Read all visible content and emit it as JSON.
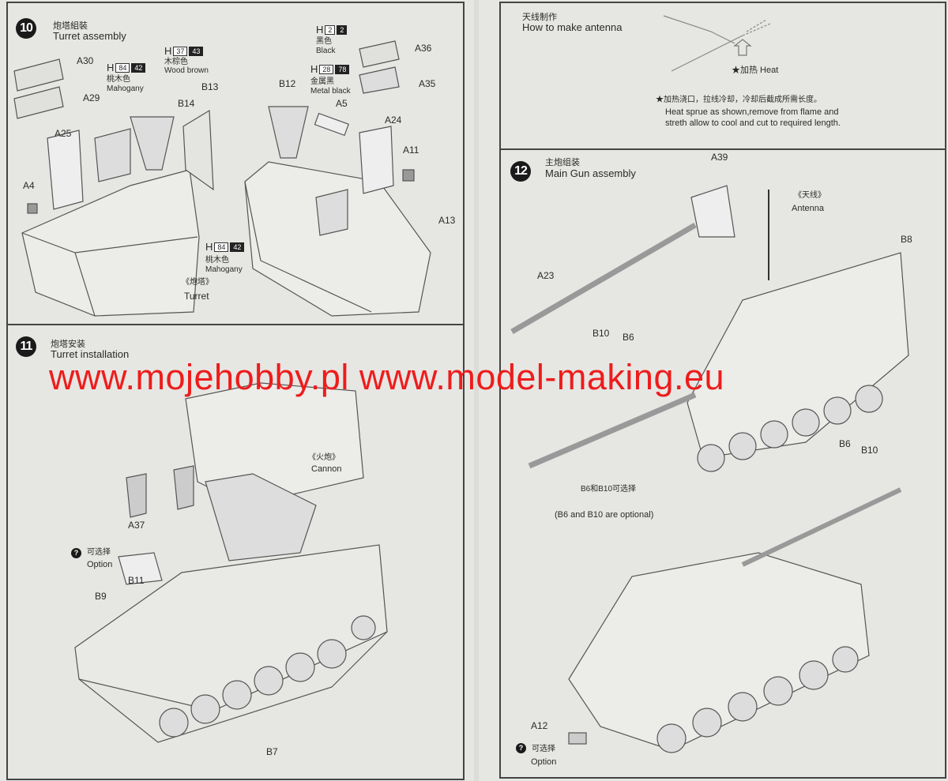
{
  "step10": {
    "number": "10",
    "title_cn": "炮塔組裝",
    "title_en": "Turret assembly",
    "parts": [
      "A30",
      "A29",
      "A25",
      "A4",
      "B13",
      "B14",
      "B12",
      "A5",
      "A24",
      "A11",
      "A13",
      "A36",
      "A35"
    ],
    "paints": [
      {
        "h": "H",
        "code1": "84",
        "code2": "42",
        "cn": "桃木色",
        "en": "Mahogany"
      },
      {
        "h": "H",
        "code1": "37",
        "code2": "43",
        "cn": "木棕色",
        "en": "Wood brown"
      },
      {
        "h": "H",
        "code1": "84",
        "code2": "42",
        "cn": "桃木色",
        "en": "Mahogany"
      },
      {
        "h": "H",
        "code1": "2",
        "code2": "2",
        "cn": "黑色",
        "en": "Black"
      },
      {
        "h": "H",
        "code1": "28",
        "code2": "78",
        "cn": "金属黑",
        "en": "Metal black"
      }
    ],
    "turret_cn": "《炮塔》",
    "turret_en": "Turret"
  },
  "antenna": {
    "title_cn": "天线制作",
    "title_en": "How to make antenna",
    "heat_label": "★加热  Heat",
    "note_cn": "★加热浇口，拉线冷却，冷却后截成所需长度。",
    "note_en1": "Heat sprue as shown,remove from flame and",
    "note_en2": "streth allow to cool and cut to required length."
  },
  "step11": {
    "number": "11",
    "title_cn": "炮塔安装",
    "title_en": "Turret installation",
    "cannon_cn": "《火炮》",
    "cannon_en": "Cannon",
    "parts": [
      "A37",
      "B11",
      "B9",
      "B7"
    ],
    "option_cn": "可选择",
    "option_en": "Option",
    "option_mark": "?"
  },
  "step12": {
    "number": "12",
    "title_cn": "主炮组装",
    "title_en": "Main Gun assembly",
    "parts": [
      "A39",
      "A23",
      "B8",
      "B10",
      "B6",
      "B6",
      "B10",
      "A12"
    ],
    "antenna_cn": "《天线》",
    "antenna_en": "Antenna",
    "optional_cn": "B6和B10可选择",
    "optional_en": "(B6 and B10 are optional)",
    "option_cn": "可选择",
    "option_en": "Option",
    "option_mark": "?"
  },
  "watermark": "www.mojehobby.pl www.model-making.eu"
}
